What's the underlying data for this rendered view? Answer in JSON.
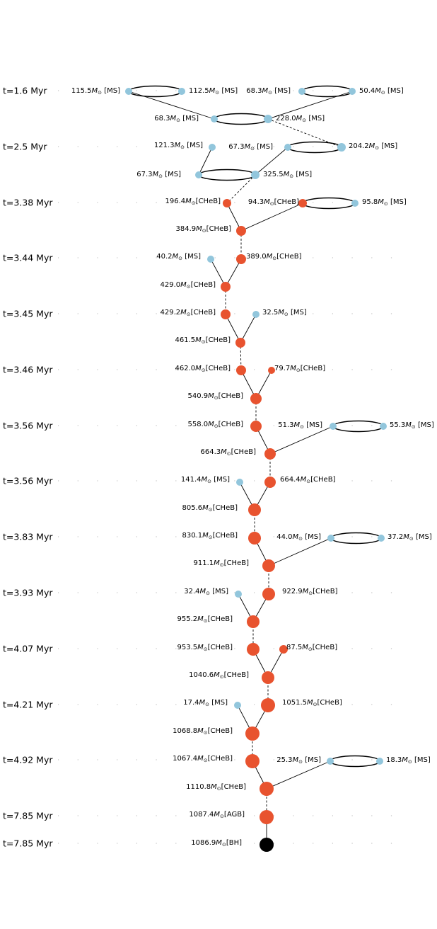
{
  "colors": {
    "ms": "#92c6dc",
    "cheb": "#e8532f",
    "agb": "#e8532f",
    "bh": "#000000"
  },
  "time_labels": [
    "t=1.6 Myr",
    "t=2.5 Myr",
    "t=3.38 Myr",
    "t=3.44 Myr",
    "t=3.45 Myr",
    "t=3.46 Myr",
    "t=3.56 Myr",
    "t=3.56 Myr",
    "t=3.83 Myr",
    "t=3.93 Myr",
    "t=4.07 Myr",
    "t=4.21 Myr",
    "t=4.92 Myr",
    "t=7.85 Myr",
    "t=7.85 Myr"
  ],
  "nodes": [
    {
      "mass": "115.5",
      "phase": "[MS]",
      "type": "ms"
    },
    {
      "mass": "112.5",
      "phase": "[MS]",
      "type": "ms"
    },
    {
      "mass": "68.3",
      "phase": "[MS]",
      "type": "ms"
    },
    {
      "mass": "50.4",
      "phase": "[MS]",
      "type": "ms"
    },
    {
      "mass": "68.3",
      "phase": "[MS]",
      "type": "ms"
    },
    {
      "mass": "228.0",
      "phase": "[MS]",
      "type": "ms"
    },
    {
      "mass": "121.3",
      "phase": "[MS]",
      "type": "ms"
    },
    {
      "mass": "67.3",
      "phase": "[MS]",
      "type": "ms"
    },
    {
      "mass": "204.2",
      "phase": "[MS]",
      "type": "ms"
    },
    {
      "mass": "67.3",
      "phase": "[MS]",
      "type": "ms"
    },
    {
      "mass": "325.5",
      "phase": "[MS]",
      "type": "ms"
    },
    {
      "mass": "196.4",
      "phase": "[CHeB]",
      "type": "cheb"
    },
    {
      "mass": "94.3",
      "phase": "[CHeB]",
      "type": "cheb"
    },
    {
      "mass": "95.8",
      "phase": "[MS]",
      "type": "ms"
    },
    {
      "mass": "384.9",
      "phase": "[CHeB]",
      "type": "cheb"
    },
    {
      "mass": "40.2",
      "phase": "[MS]",
      "type": "ms"
    },
    {
      "mass": "389.0",
      "phase": "[CHeB]",
      "type": "cheb"
    },
    {
      "mass": "429.0",
      "phase": "[CHeB]",
      "type": "cheb"
    },
    {
      "mass": "429.2",
      "phase": "[CHeB]",
      "type": "cheb"
    },
    {
      "mass": "32.5",
      "phase": "[MS]",
      "type": "ms"
    },
    {
      "mass": "461.5",
      "phase": "[CHeB]",
      "type": "cheb"
    },
    {
      "mass": "462.0",
      "phase": "[CHeB]",
      "type": "cheb"
    },
    {
      "mass": "79.7",
      "phase": "[CHeB]",
      "type": "cheb"
    },
    {
      "mass": "540.9",
      "phase": "[CHeB]",
      "type": "cheb"
    },
    {
      "mass": "558.0",
      "phase": "[CHeB]",
      "type": "cheb"
    },
    {
      "mass": "51.3",
      "phase": "[MS]",
      "type": "ms"
    },
    {
      "mass": "55.3",
      "phase": "[MS]",
      "type": "ms"
    },
    {
      "mass": "664.3",
      "phase": "[CHeB]",
      "type": "cheb"
    },
    {
      "mass": "141.4",
      "phase": "[MS]",
      "type": "ms"
    },
    {
      "mass": "664.4",
      "phase": "[CHeB]",
      "type": "cheb"
    },
    {
      "mass": "805.6",
      "phase": "[CHeB]",
      "type": "cheb"
    },
    {
      "mass": "830.1",
      "phase": "[CHeB]",
      "type": "cheb"
    },
    {
      "mass": "44.0",
      "phase": "[MS]",
      "type": "ms"
    },
    {
      "mass": "37.2",
      "phase": "[MS]",
      "type": "ms"
    },
    {
      "mass": "911.1",
      "phase": "[CHeB]",
      "type": "cheb"
    },
    {
      "mass": "32.4",
      "phase": "[MS]",
      "type": "ms"
    },
    {
      "mass": "922.9",
      "phase": "[CHeB]",
      "type": "cheb"
    },
    {
      "mass": "955.2",
      "phase": "[CHeB]",
      "type": "cheb"
    },
    {
      "mass": "953.5",
      "phase": "[CHeB]",
      "type": "cheb"
    },
    {
      "mass": "87.5",
      "phase": "[CHeB]",
      "type": "cheb"
    },
    {
      "mass": "1040.6",
      "phase": "[CHeB]",
      "type": "cheb"
    },
    {
      "mass": "17.4",
      "phase": "[MS]",
      "type": "ms"
    },
    {
      "mass": "1051.5",
      "phase": "[CHeB]",
      "type": "cheb"
    },
    {
      "mass": "1068.8",
      "phase": "[CHeB]",
      "type": "cheb"
    },
    {
      "mass": "1067.4",
      "phase": "[CHeB]",
      "type": "cheb"
    },
    {
      "mass": "25.3",
      "phase": "[MS]",
      "type": "ms"
    },
    {
      "mass": "18.3",
      "phase": "[MS]",
      "type": "ms"
    },
    {
      "mass": "1110.8",
      "phase": "[CHeB]",
      "type": "cheb"
    },
    {
      "mass": "1087.4",
      "phase": "[AGB]",
      "type": "agb"
    },
    {
      "mass": "1086.9",
      "phase": "[BH]",
      "type": "bh"
    }
  ],
  "binaries": [
    [
      0,
      1
    ],
    [
      2,
      3
    ],
    [
      4,
      5
    ],
    [
      7,
      8
    ],
    [
      9,
      10
    ],
    [
      12,
      13
    ],
    [
      25,
      26
    ],
    [
      32,
      33
    ],
    [
      45,
      46
    ]
  ],
  "merges": [
    [
      0,
      4
    ],
    [
      3,
      5
    ],
    [
      6,
      9
    ],
    [
      7,
      10
    ],
    [
      11,
      14
    ],
    [
      12,
      14
    ],
    [
      15,
      17
    ],
    [
      16,
      17
    ],
    [
      18,
      20
    ],
    [
      19,
      20
    ],
    [
      21,
      23
    ],
    [
      22,
      23
    ],
    [
      24,
      27
    ],
    [
      25,
      27
    ],
    [
      28,
      30
    ],
    [
      29,
      30
    ],
    [
      31,
      34
    ],
    [
      32,
      34
    ],
    [
      35,
      37
    ],
    [
      36,
      37
    ],
    [
      38,
      40
    ],
    [
      39,
      40
    ],
    [
      41,
      43
    ],
    [
      42,
      43
    ],
    [
      44,
      47
    ],
    [
      45,
      47
    ],
    [
      48,
      49
    ]
  ],
  "continuations": [
    [
      5,
      8
    ],
    [
      10,
      11
    ],
    [
      14,
      16
    ],
    [
      17,
      18
    ],
    [
      20,
      21
    ],
    [
      23,
      24
    ],
    [
      27,
      29
    ],
    [
      30,
      31
    ],
    [
      34,
      36
    ],
    [
      37,
      38
    ],
    [
      40,
      42
    ],
    [
      43,
      44
    ],
    [
      47,
      48
    ]
  ]
}
